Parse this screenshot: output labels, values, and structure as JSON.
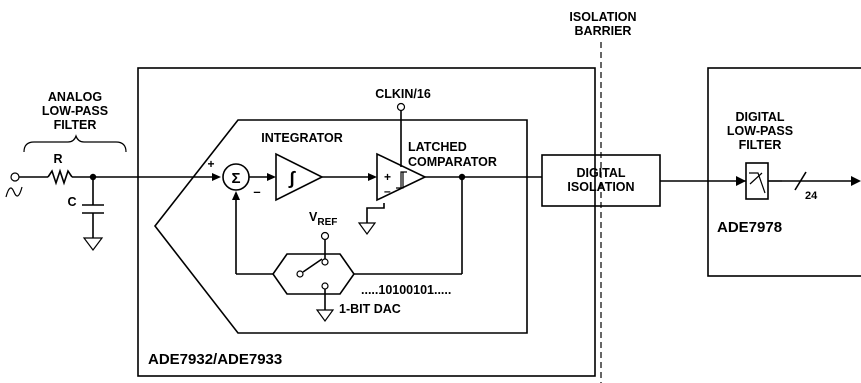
{
  "labels": {
    "isolation_barrier_line1": "ISOLATION",
    "isolation_barrier_line2": "BARRIER",
    "analog_filter_line1": "ANALOG",
    "analog_filter_line2": "LOW-PASS",
    "analog_filter_line3": "FILTER",
    "resistor": "R",
    "capacitor": "C",
    "clkin": "CLKIN/16",
    "integrator": "INTEGRATOR",
    "latched_line1": "LATCHED",
    "latched_line2": "COMPARATOR",
    "vref_main": "V",
    "vref_sub": "REF",
    "bitstream": ".....10100101.....",
    "dac": "1-BIT DAC",
    "digital_isolation_line1": "DIGITAL",
    "digital_isolation_line2": "ISOLATION",
    "digital_filter_line1": "DIGITAL",
    "digital_filter_line2": "LOW-PASS",
    "digital_filter_line3": "FILTER",
    "bus_width": "24",
    "chip_left": "ADE7932/ADE7933",
    "chip_right": "ADE7978",
    "sum_symbol": "Σ",
    "integral_symbol": "∫",
    "plus": "+",
    "minus": "–"
  }
}
